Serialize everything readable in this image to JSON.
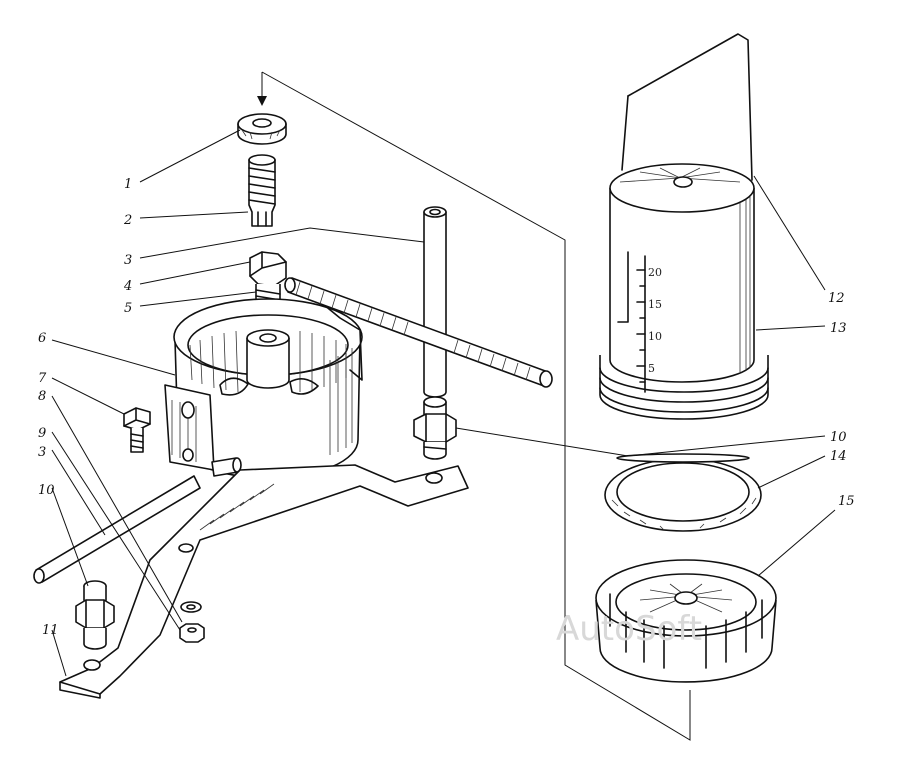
{
  "labels": [
    {
      "id": "1",
      "text": "1"
    },
    {
      "id": "2",
      "text": "2"
    },
    {
      "id": "3a",
      "text": "3"
    },
    {
      "id": "4",
      "text": "4"
    },
    {
      "id": "5",
      "text": "5"
    },
    {
      "id": "6",
      "text": "6"
    },
    {
      "id": "7",
      "text": "7"
    },
    {
      "id": "8",
      "text": "8"
    },
    {
      "id": "9",
      "text": "9"
    },
    {
      "id": "3b",
      "text": "3"
    },
    {
      "id": "10a",
      "text": "10"
    },
    {
      "id": "11",
      "text": "11"
    },
    {
      "id": "12",
      "text": "12"
    },
    {
      "id": "13",
      "text": "13"
    },
    {
      "id": "10b",
      "text": "10"
    },
    {
      "id": "14",
      "text": "14"
    },
    {
      "id": "15",
      "text": "15"
    }
  ],
  "scale_marks": [
    "20",
    "15",
    "10",
    "5"
  ],
  "watermark": "AutoSoft"
}
